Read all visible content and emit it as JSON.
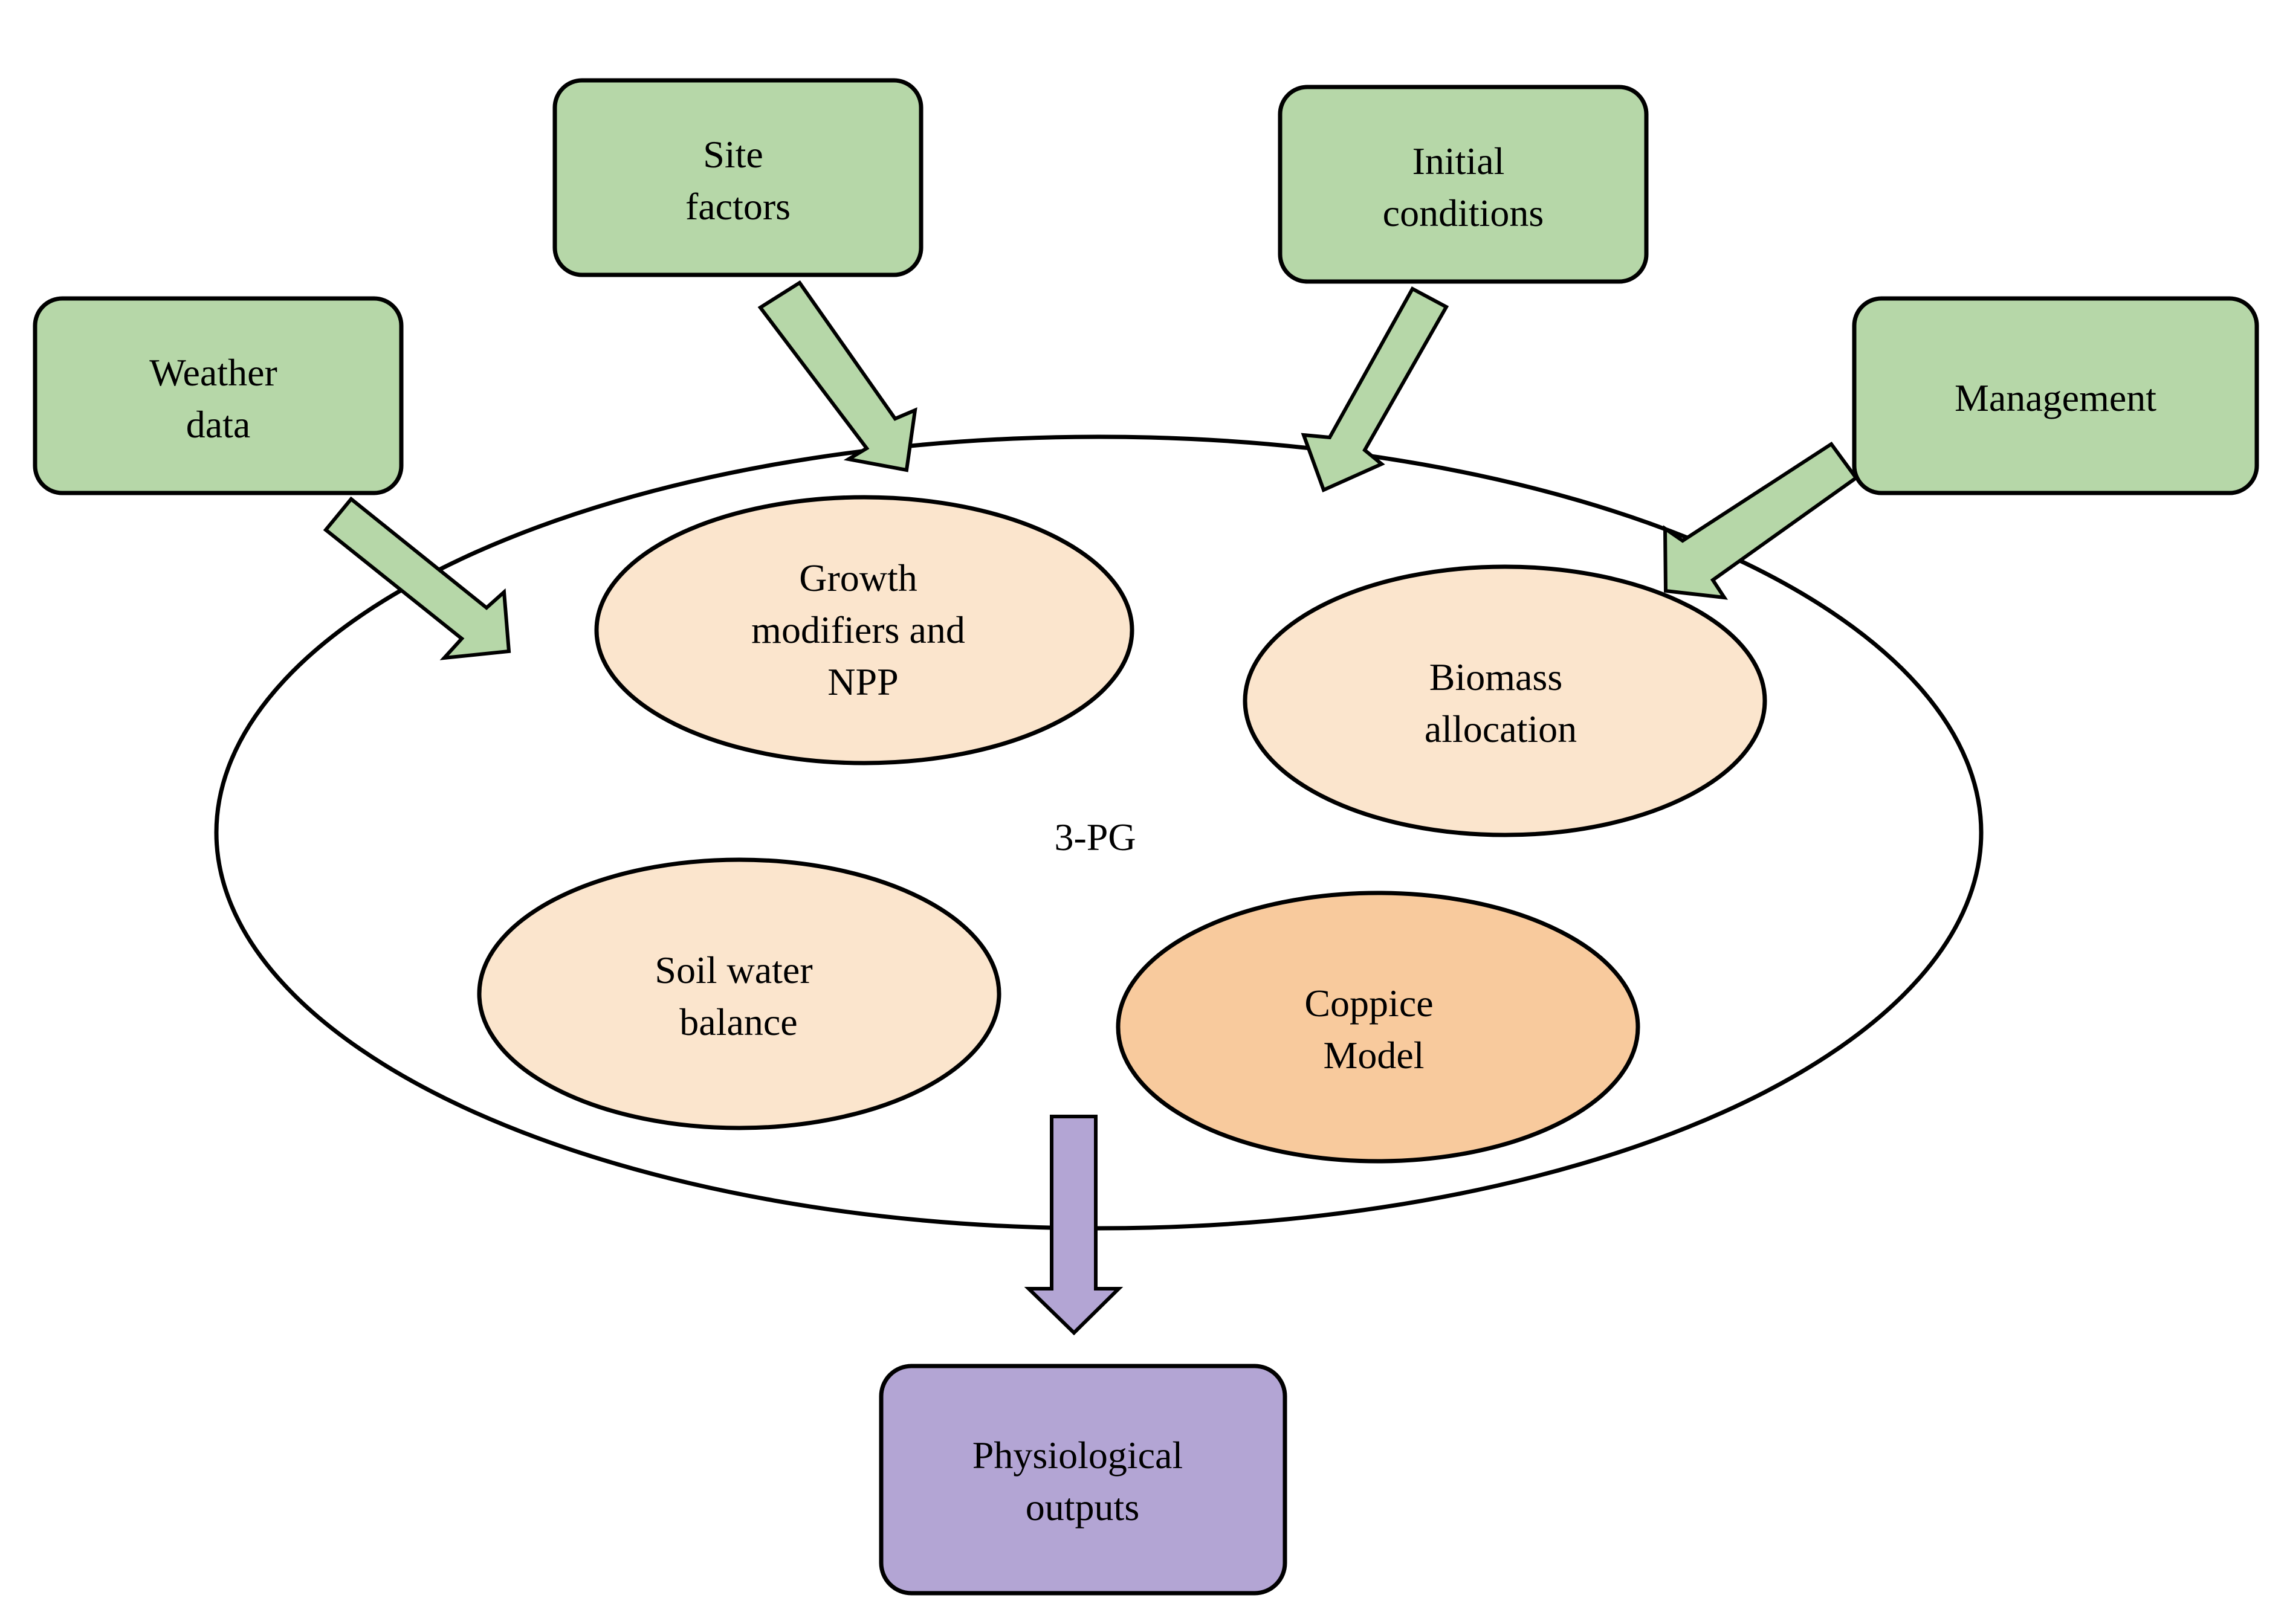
{
  "colors": {
    "input_fill": "#b6d7a8",
    "process_fill": "#fbe5cd",
    "coppice_fill": "#f8ca9d",
    "output_fill": "#b3a5d4",
    "stroke": "#000000",
    "background": "#ffffff"
  },
  "inputs": {
    "weather": [
      "Weather",
      "data"
    ],
    "site": [
      "Site",
      "factors"
    ],
    "initial": [
      "Initial",
      "conditions"
    ],
    "management": [
      "Management"
    ]
  },
  "model": {
    "label": "3-PG",
    "growth": [
      "Growth",
      "modifiers and",
      "NPP"
    ],
    "biomass": [
      "Biomass",
      "allocation"
    ],
    "soil": [
      "Soil water",
      "balance"
    ],
    "coppice": [
      "Coppice",
      "Model"
    ]
  },
  "output": [
    "Physiological",
    "outputs"
  ]
}
